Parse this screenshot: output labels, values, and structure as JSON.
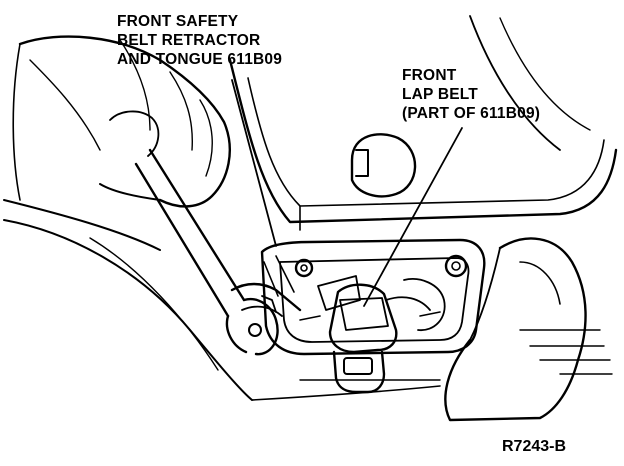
{
  "callouts": {
    "retractor": {
      "lines": [
        "FRONT SAFETY",
        "BELT RETRACTOR",
        "AND TONGUE 611B09"
      ]
    },
    "lap_belt": {
      "lines": [
        "FRONT",
        "LAP BELT",
        "(PART OF 611B09)"
      ]
    }
  },
  "figure_code": "R7243-B",
  "colors": {
    "ink": "#000000",
    "paper": "#ffffff"
  }
}
